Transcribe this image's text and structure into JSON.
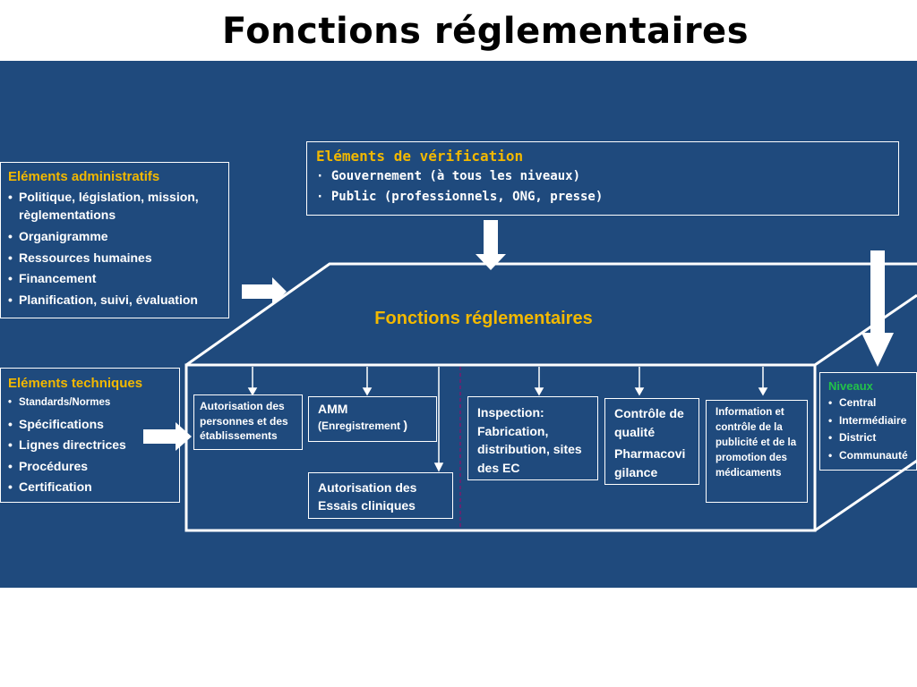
{
  "title": "Fonctions réglementaires",
  "verification": {
    "heading": "Eléments de vérification",
    "items": [
      "Gouvernement (à tous les niveaux)",
      "Public (professionnels, ONG, presse)"
    ]
  },
  "administratifs": {
    "heading": "Eléments administratifs",
    "items": [
      "Politique, législation, mission, règlementations",
      "Organigramme",
      "Ressources humaines",
      "Financement",
      "Planification, suivi, évaluation"
    ]
  },
  "techniques": {
    "heading": "Eléments techniques",
    "items": [
      "Standards/Normes",
      "Spécifications",
      "Lignes directrices",
      "Procédures",
      "Certification"
    ]
  },
  "center_title": "Fonctions réglementaires",
  "niveaux": {
    "heading": "Niveaux",
    "items": [
      "Central",
      "Intermédiaire",
      "District",
      "Communauté"
    ]
  },
  "functions": {
    "autorisation": "Autorisation des personnes et des établissements",
    "amm_main": "AMM",
    "amm_sub": "(Enregistrement",
    "amm_close": ")",
    "essais": "Autorisation des Essais cliniques",
    "inspection": "Inspection: Fabrication, distribution, sites des EC",
    "controle_line1": "Contrôle de qualité",
    "controle_line2": "Pharmacovi gilance",
    "information": "Information et contrôle de la publicité et de la promotion des médicaments"
  },
  "colors": {
    "background": "#1f4a7d",
    "accent": "#f2b800",
    "niveaux_heading": "#22c24a",
    "divider": "#7a1a6e"
  }
}
